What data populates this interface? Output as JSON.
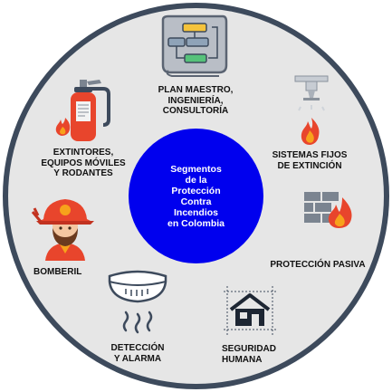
{
  "center": {
    "text": "Segmentos\nde la\nProtección\nContra\nIncendios\nen Colombia"
  },
  "segments": [
    {
      "label": "PLAN MAESTRO,\nINGENIERÍA,\nCONSULTORÍA",
      "icon": "flowchart-plan-icon"
    },
    {
      "label": "SISTEMAS FIJOS\nDE EXTINCIÓN",
      "icon": "sprinkler-fire-icon"
    },
    {
      "label": "PROTECCIÓN PASIVA",
      "icon": "fire-wall-icon"
    },
    {
      "label": "SEGURIDAD\nHUMANA",
      "icon": "house-blueprint-icon"
    },
    {
      "label": "DETECCIÓN\nY ALARMA",
      "icon": "smoke-detector-icon"
    },
    {
      "label": "BOMBERIL",
      "icon": "firefighter-icon"
    },
    {
      "label": "EXTINTORES,\nEQUIPOS MÓVILES\nY RODANTES",
      "icon": "fire-extinguisher-icon"
    }
  ],
  "colors": {
    "ring": "#3d4a5c",
    "background": "#e6e6e6",
    "center": "#0000ee",
    "center_text": "#ffffff",
    "fire_red": "#e8452c",
    "fire_orange": "#f7a21b"
  }
}
